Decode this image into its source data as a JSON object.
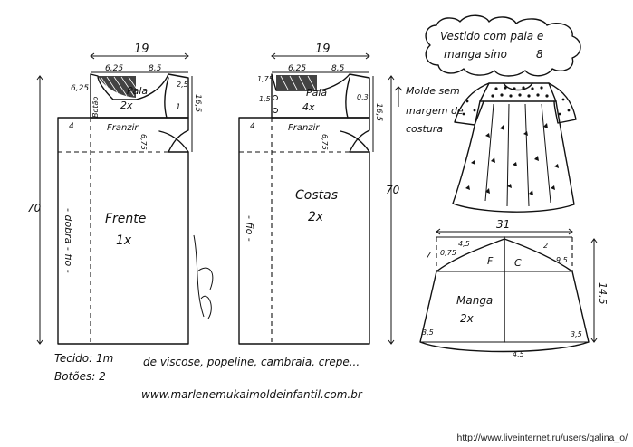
{
  "title": {
    "line1": "Vestido com pala e",
    "line2": "manga sino",
    "number": "8"
  },
  "front": {
    "top_width": "19",
    "sub_left": "6,25",
    "sub_right": "8,5",
    "pala_label": "Pala",
    "pala_qty": "2x",
    "dim_neck_left": "6,25",
    "dim_neck_small": "2,5",
    "dim_side_1": "1",
    "dim_side_165": "16,5",
    "botao": "Botão",
    "gather_label": "Franzir",
    "dim_4": "4",
    "dim_armhole": "6,75",
    "main_label": "Frente",
    "main_qty": "1x",
    "length": "70",
    "grain": "- dobra - fio -"
  },
  "back": {
    "top_width": "19",
    "sub_left": "6,25",
    "sub_right": "8,5",
    "dim_175": "1,75",
    "dim_15": "1,5",
    "pala_label": "Pala",
    "pala_qty": "4x",
    "dim_03": "0,3",
    "dim_165": "16,5",
    "gather_label": "Franzir",
    "dim_4": "4",
    "dim_armhole": "6,75",
    "main_label": "Costas",
    "main_qty": "2x",
    "length": "70",
    "grain": "- fio -"
  },
  "note": {
    "line1": "Molde sem",
    "line2": "margem de",
    "line3": "costura"
  },
  "sleeve": {
    "width": "31",
    "dim_075": "0,75",
    "dim_45": "4,5",
    "dim_2": "2",
    "dim_7": "7",
    "dim_95": "9,5",
    "f_label": "F",
    "c_label": "C",
    "label": "Manga",
    "qty": "2x",
    "height": "14,5",
    "dim_35_left": "3,5",
    "dim_35_right": "3,5",
    "dim_45_bottom": "4,5"
  },
  "fabric": {
    "line1": "Tecido: 1m",
    "line2": "Botões: 2",
    "types": "de viscose, popeline, cambraia, crepe..."
  },
  "website": "www.marlenemukaimoldeinfantil.com.br",
  "credit": "http://www.liveinternet.ru/users/galina_o/"
}
